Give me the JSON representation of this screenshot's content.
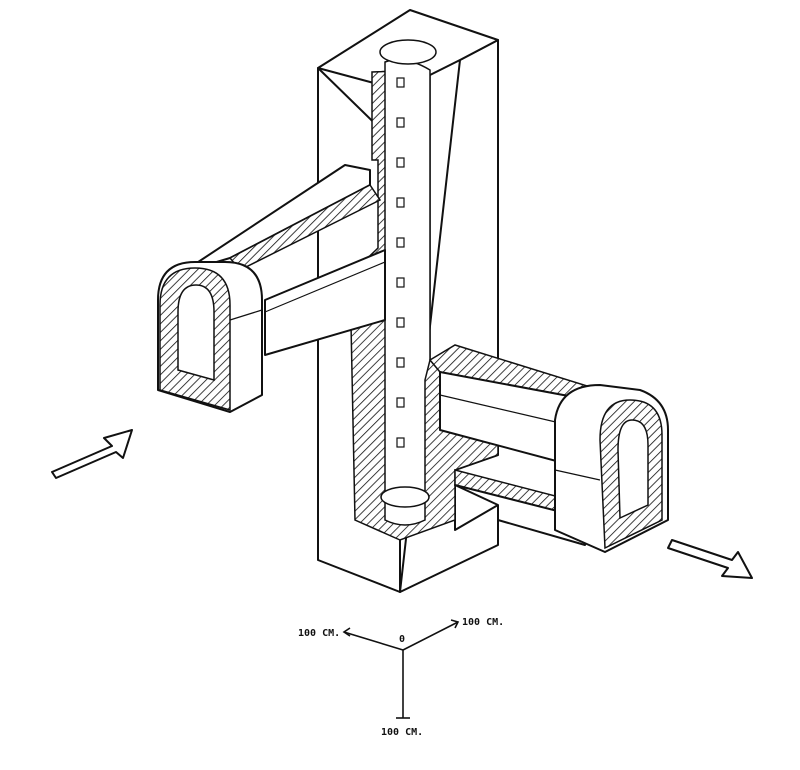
{
  "axes": {
    "origin_label": "0",
    "left_label": "100 CM.",
    "right_label": "100 CM.",
    "down_label": "100 CM."
  },
  "colors": {
    "ink": "#111111",
    "paper": "#ffffff"
  },
  "icons": [
    "inlet-arrow-icon",
    "outlet-arrow-icon"
  ]
}
